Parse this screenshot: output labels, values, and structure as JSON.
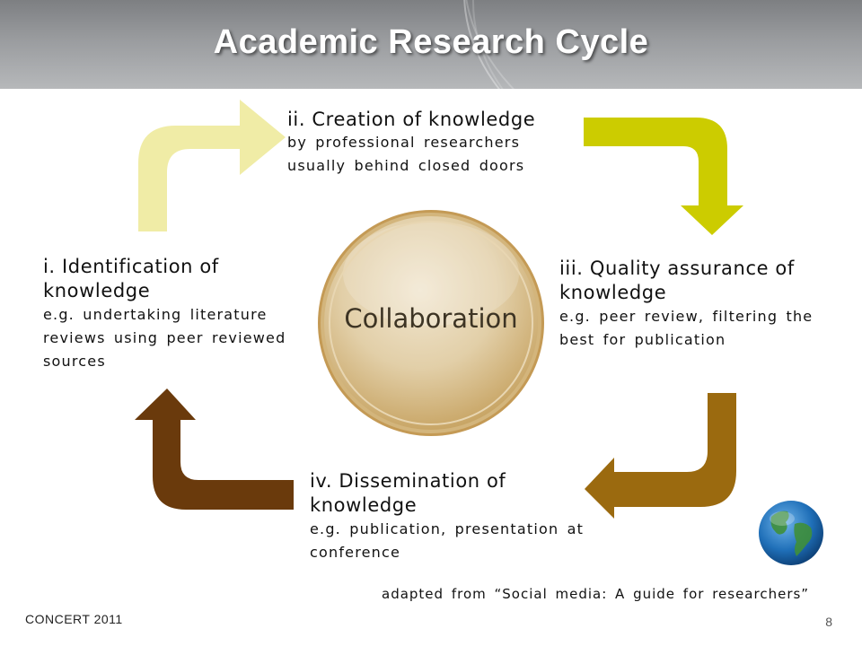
{
  "title": "Academic Research Cycle",
  "center": {
    "label": "Collaboration"
  },
  "stages": [
    {
      "id": "ii",
      "heading": "ii. Creation of knowledge",
      "lines": [
        "by professional researchers",
        "usually behind closed doors"
      ]
    },
    {
      "id": "iii",
      "heading_lines": [
        "iii. Quality assurance of",
        "knowledge"
      ],
      "lines": [
        "e.g. peer review, filtering the",
        "best for publication"
      ]
    },
    {
      "id": "iv",
      "heading_lines": [
        "iv. Dissemination of",
        "knowledge"
      ],
      "lines": [
        "e.g. publication, presentation at",
        "conference"
      ]
    },
    {
      "id": "i",
      "heading_lines": [
        "i. Identification of",
        "knowledge"
      ],
      "lines": [
        "e.g. undertaking literature",
        "reviews using peer reviewed",
        "sources"
      ]
    }
  ],
  "credit": "adapted from “Social media: A guide for researchers”",
  "footer": {
    "left": "CONCERT 2011",
    "page_number": "8"
  },
  "colors": {
    "arrow_i_to_ii": "#f0eca6",
    "arrow_ii_to_iii": "#cccc00",
    "arrow_iii_to_iv": "#9b6a0f",
    "arrow_iv_to_i": "#6a3a0c",
    "center_fill": "#d8bf90"
  },
  "icons": {
    "globe": "globe-icon"
  }
}
